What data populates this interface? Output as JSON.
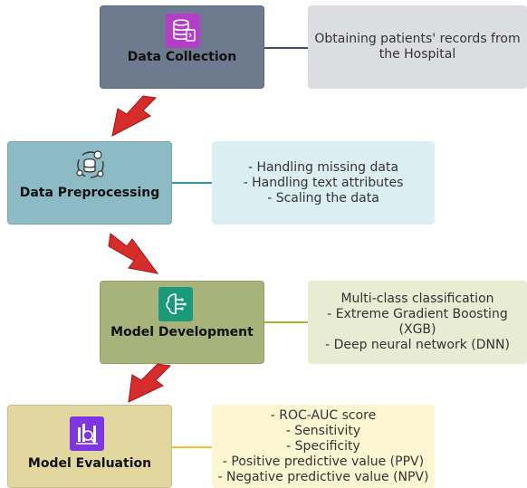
{
  "colors": {
    "collection_box": "#6e7b8e",
    "collection_note": "#dcdde1",
    "collection_icon": "#b33fc9",
    "collection_line": "#3d4d6a",
    "preprocessing_box": "#8cbbc6",
    "preprocessing_note": "#dbeef2",
    "preprocessing_line": "#2c9aa3",
    "development_box": "#a8b37c",
    "development_note": "#e7ecd3",
    "development_icon": "#1b9a79",
    "development_line": "#a5b22c",
    "evaluation_box": "#e2d79e",
    "evaluation_note": "#fcf5d2",
    "evaluation_icon": "#7e36e2",
    "evaluation_line": "#e7c52a",
    "arrow": "#d62c2c"
  },
  "stages": [
    {
      "title": "Data Collection",
      "icon": "database-icon",
      "note_lines": [
        "Obtaining patients' records from",
        "the Hospital"
      ]
    },
    {
      "title": "Data Preprocessing",
      "icon": "gear-database-icon",
      "note_lines": [
        "- Handling missing data",
        "- Handling text attributes",
        "- Scaling the data"
      ]
    },
    {
      "title": "Model Development",
      "icon": "brain-circuit-icon",
      "note_lines": [
        "Multi-class classification",
        "- Extreme Gradient Boosting",
        "(XGB)",
        "- Deep neural network (DNN)"
      ]
    },
    {
      "title": "Model Evaluation",
      "icon": "chart-magnifier-icon",
      "note_lines": [
        "- ROC-AUC score",
        "- Sensitivity",
        "- Specificity",
        "- Positive predictive value (PPV)",
        "- Negative predictive value (NPV)"
      ]
    }
  ]
}
